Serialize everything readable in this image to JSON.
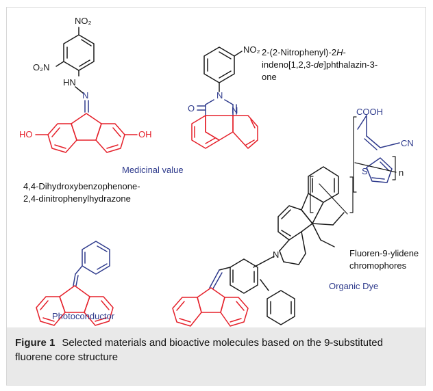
{
  "atoms": {
    "no2": "NO₂",
    "o2n": "O₂N",
    "hn": "HN",
    "n": "N",
    "ho": "HO",
    "oh": "OH",
    "o": "O",
    "s": "S",
    "cooh": "COOH",
    "cn": "CN",
    "repeat_n": "n"
  },
  "labels": {
    "nitrophenyl_1": "2-(2-Nitrophenyl)-2",
    "nitrophenyl_1_italic": "H",
    "nitrophenyl_1_tail": "-",
    "nitrophenyl_2_head": "indeno[1,2,3-",
    "nitrophenyl_2_italic": "de",
    "nitrophenyl_2_tail": "]phthalazin-3-",
    "nitrophenyl_3": "one",
    "medicinal": "Medicinal value",
    "hydrazone_1": "4,4-Dihydroxybenzophenone-",
    "hydrazone_2": "2,4-dinitrophenylhydrazone",
    "fluorenylidene_1": "Fluoren-9-ylidene",
    "fluorenylidene_2": "chromophores",
    "organic_dye": "Organic Dye",
    "photoconductor": "Photoconductor"
  },
  "caption": {
    "figure_label": "Figure 1",
    "text": "Selected materials and bioactive molecules based on the 9-substituted fluorene core structure"
  },
  "colors": {
    "red": "#e5202a",
    "blue": "#2e3a8c",
    "black": "#1a1a1a"
  }
}
